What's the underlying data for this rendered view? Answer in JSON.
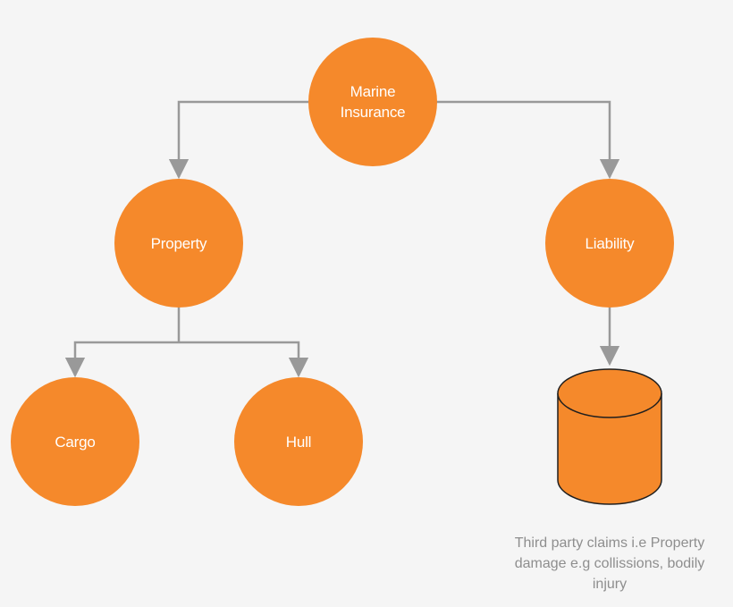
{
  "diagram": {
    "root": {
      "label": "Marine\nInsurance"
    },
    "property": {
      "label": "Property"
    },
    "liability": {
      "label": "Liability"
    },
    "cargo": {
      "label": "Cargo"
    },
    "hull": {
      "label": "Hull"
    },
    "liability_note": "Third party claims i.e Property\ndamage e.g collissions, bodily\ninjury"
  },
  "colors": {
    "background": "#f5f5f5",
    "node_fill": "#f5892b",
    "node_text": "#ffffff",
    "connector": "#999999",
    "caption_text": "#8e8e8e"
  }
}
